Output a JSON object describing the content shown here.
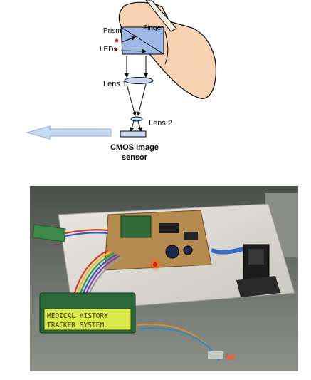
{
  "diagram": {
    "labels": {
      "prism": "Prism",
      "finger": "Finger",
      "leds": "LEDs",
      "lens1": "Lens 1",
      "lens2": "Lens 2",
      "sensor_line1": "CMOS Image",
      "sensor_line2": "sensor"
    }
  },
  "photo": {
    "lcd_line1": "MEDICAL HISTORY",
    "lcd_line2": "TRACKER SYSTEM."
  },
  "colors": {
    "finger_fill": "#f6d2b2",
    "prism_fill": "#9fb9e6",
    "lens_fill": "#c8daf2",
    "arrow_fill": "#c9daf3",
    "led_red": "#d11a1a",
    "lcd_bg": "#d9e84a"
  }
}
